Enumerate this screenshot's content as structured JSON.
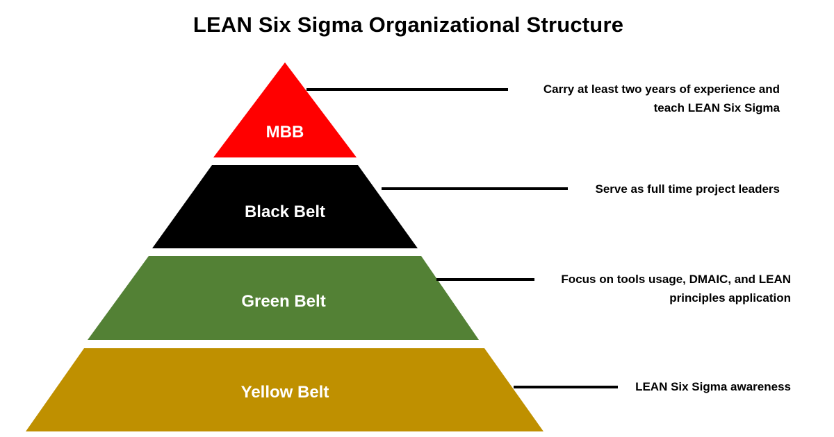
{
  "title": "LEAN Six Sigma Organizational Structure",
  "colors": {
    "mbb": "#ff0000",
    "black_belt": "#000000",
    "green_belt": "#538135",
    "yellow_belt": "#bf9000",
    "connector": "#000000"
  },
  "tiers": [
    {
      "label": "MBB",
      "description_lines": [
        "Carry at least two years of experience and",
        "teach LEAN Six Sigma"
      ]
    },
    {
      "label": "Black Belt",
      "description_lines": [
        "Serve as full time project leaders"
      ]
    },
    {
      "label": "Green Belt",
      "description_lines": [
        "Focus on tools usage, DMAIC, and LEAN",
        "principles application"
      ]
    },
    {
      "label": "Yellow Belt",
      "description_lines": [
        "LEAN Six Sigma awareness"
      ]
    }
  ]
}
